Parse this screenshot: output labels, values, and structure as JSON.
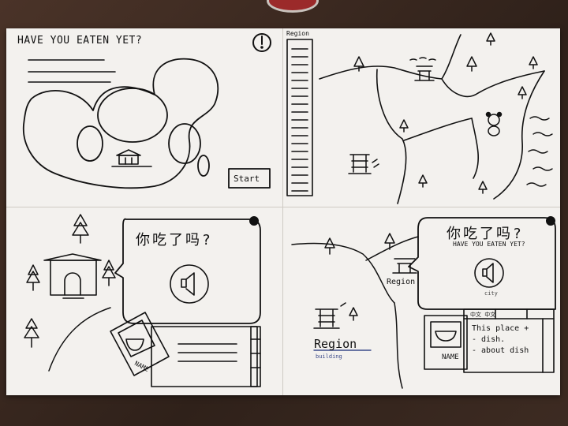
{
  "screen1": {
    "title": "HAVE YOU EATEN YET?",
    "alert_symbol": "!",
    "start_label": "Start"
  },
  "screen2": {
    "region_tab_label": "Region"
  },
  "screen3": {
    "greeting_zh": "你吃了吗?",
    "name_label": "NAME"
  },
  "screen4": {
    "greeting_zh": "你吃了吗?",
    "greeting_en": "HAVE YOU EATEN YET?",
    "city_label": "city",
    "region_label": "Region",
    "region_big_label": "Region",
    "building_label": "building",
    "name_label": "NAME",
    "tabs_label": "中文 中文",
    "place_line": "This place +",
    "dish_line": "- dish.",
    "about_line": "- about dish"
  },
  "colors": {
    "ink": "#111111",
    "paper": "#f3f1ee",
    "table": "#3b2a22",
    "blue_pen": "#3b4a8a"
  },
  "icons": [
    "alert-icon",
    "pagoda-icon",
    "tree-icon",
    "panda-icon",
    "speaker-icon",
    "bowl-icon",
    "house-icon"
  ]
}
